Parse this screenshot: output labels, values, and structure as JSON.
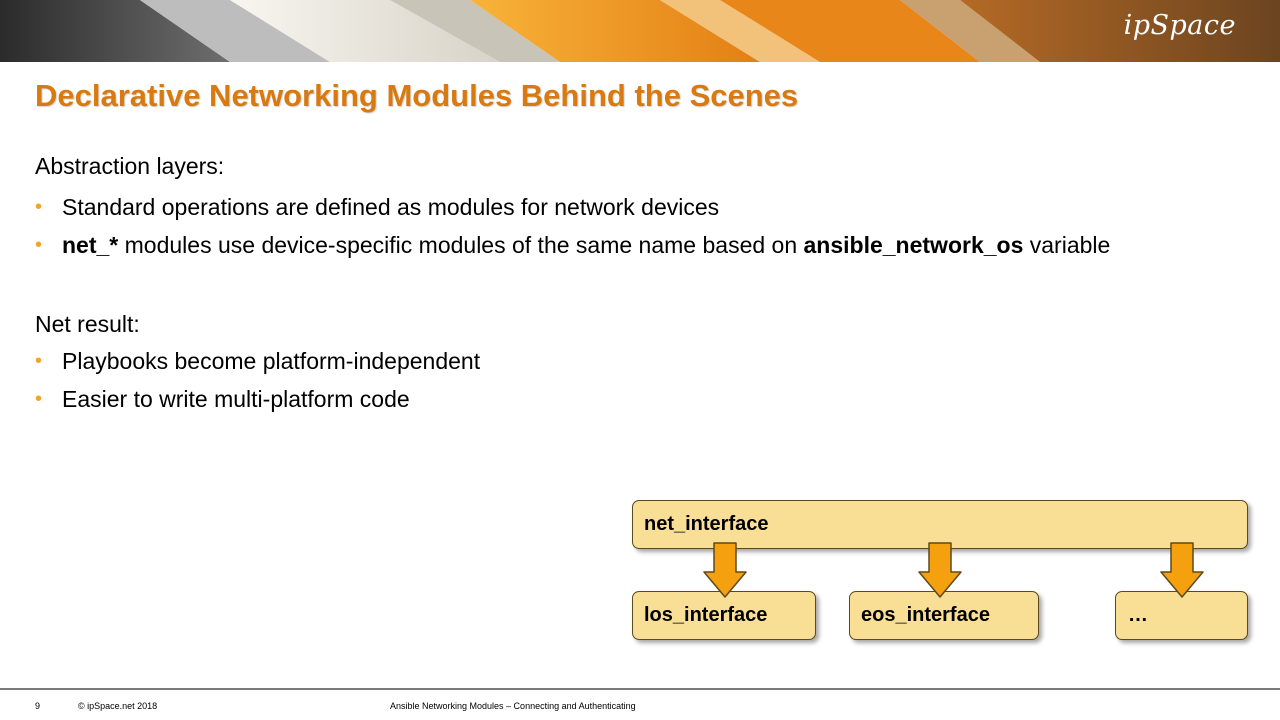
{
  "header": {
    "logo_text": "ipSpace",
    "stripe_colors": [
      "#3a3a3a",
      "#6e6e6e",
      "#cfcfcf",
      "#f4f1ea",
      "#c9c4b8",
      "#f6a623",
      "#e8861a",
      "#f3c27a",
      "#c46a14",
      "#8a5a2b"
    ]
  },
  "slide": {
    "title": "Declarative Networking Modules Behind the Scenes",
    "title_color": "#D97A10",
    "bullet_color": "#F0A52A",
    "section1": {
      "label": "Abstraction layers:",
      "bullets": [
        {
          "text": "Standard operations are defined as modules for network devices"
        },
        {
          "bold1": "net_*",
          "text1": " modules use device-specific modules of the same name based on ",
          "bold2": "ansible_network_os",
          "text2": " variable"
        }
      ]
    },
    "section2": {
      "label": "Net result:",
      "bullets": [
        {
          "text": "Playbooks become platform-independent"
        },
        {
          "text": "Easier to write multi-platform code"
        }
      ]
    }
  },
  "diagram": {
    "box_fill": "#F9DE96",
    "arrow_fill": "#F5A00F",
    "top": "net_interface",
    "children": [
      "los_interface",
      "eos_interface",
      "…"
    ]
  },
  "footer": {
    "page_number": "9",
    "copyright": "© ipSpace.net 2018",
    "deck_title": "Ansible Networking Modules – Connecting and Authenticating"
  }
}
